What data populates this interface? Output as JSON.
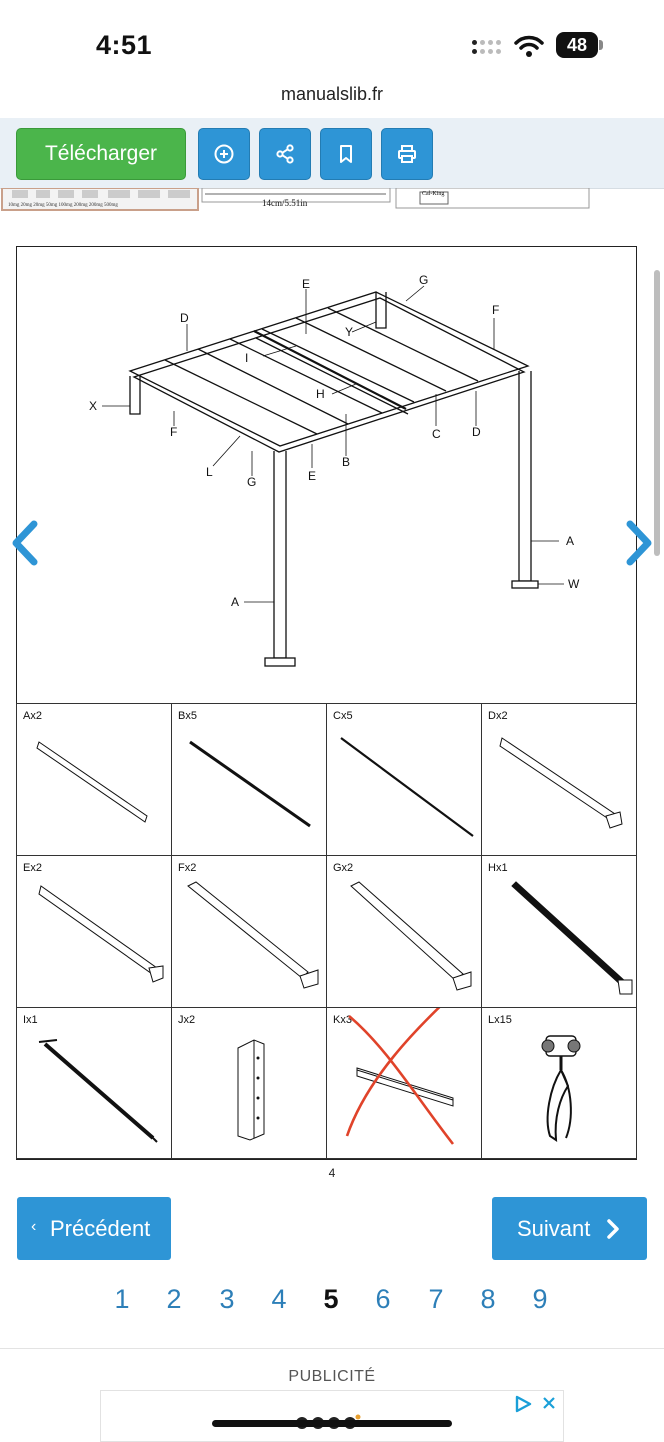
{
  "status_bar": {
    "time": "4:51",
    "battery": "48"
  },
  "browser": {
    "url": "manualslib.fr"
  },
  "toolbar": {
    "download_label": "Télécharger",
    "icons": [
      "zoom-in-icon",
      "share-icon",
      "bookmark-icon",
      "print-icon"
    ]
  },
  "prev_page_strip": {
    "measure_text": "14cm/5.51in",
    "label_left": "Cal-King"
  },
  "diagram": {
    "labels": [
      "E",
      "G",
      "D",
      "F",
      "Y",
      "I",
      "X",
      "H",
      "F",
      "C",
      "D",
      "L",
      "G",
      "E",
      "B",
      "A",
      "W",
      "A"
    ]
  },
  "parts": [
    {
      "label": "Ax2"
    },
    {
      "label": "Bx5"
    },
    {
      "label": "Cx5"
    },
    {
      "label": "Dx2"
    },
    {
      "label": "Ex2"
    },
    {
      "label": "Fx2"
    },
    {
      "label": "Gx2"
    },
    {
      "label": "Hx1"
    },
    {
      "label": "Ix1"
    },
    {
      "label": "Jx2"
    },
    {
      "label": "Kx3"
    },
    {
      "label": "Lx15"
    }
  ],
  "page_number": "4",
  "navigation": {
    "prev_label": "Précédent",
    "next_label": "Suivant",
    "pages": [
      "1",
      "2",
      "3",
      "4",
      "5",
      "6",
      "7",
      "8",
      "9"
    ],
    "current_page": "5"
  },
  "ad": {
    "label": "PUBLICITÉ"
  },
  "colors": {
    "accent": "#2e95d6",
    "download": "#4bb54b",
    "pager": "#2d7fb8",
    "cross_out": "#e0432a"
  }
}
